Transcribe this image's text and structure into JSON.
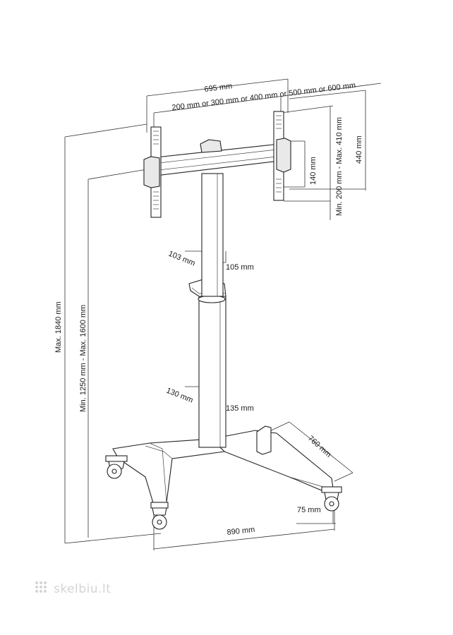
{
  "dimensions": {
    "mount_width": "695 mm",
    "vesa_horizontal": "200 mm or 300 mm or 400 mm or 500 mm or 600 mm",
    "bracket_height": "140 mm",
    "vesa_vertical": "Min. 200 mm - Max. 410 mm",
    "arm_height": "440 mm",
    "max_height": "Max. 1840 mm",
    "center_height": "Min. 1250 mm - Max. 1600 mm",
    "upper_pole_depth": "103 mm",
    "upper_pole_width": "105 mm",
    "lower_pole_depth": "130 mm",
    "lower_pole_width": "135 mm",
    "base_depth": "760 mm",
    "caster_height": "75 mm",
    "base_width": "890 mm"
  },
  "watermark": "skelbiu.lt"
}
